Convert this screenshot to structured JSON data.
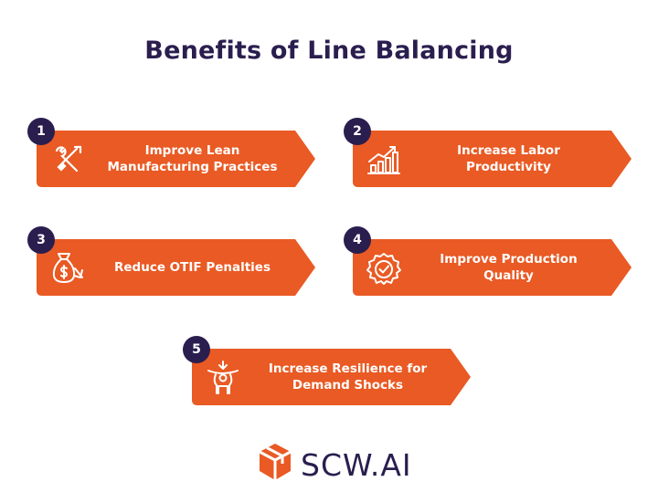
{
  "title": "Benefits of Line Balancing",
  "colors": {
    "card": "#e95a24",
    "dark": "#2a1e4f"
  },
  "benefits": [
    {
      "number": "1",
      "label_line1": "Improve Lean",
      "label_line2": "Manufacturing Practices",
      "icon": "tools-icon"
    },
    {
      "number": "2",
      "label_line1": "Increase Labor",
      "label_line2": "Productivity",
      "icon": "growth-chart-icon"
    },
    {
      "number": "3",
      "label_line1": "Reduce OTIF Penalties",
      "label_line2": "",
      "icon": "money-bag-icon"
    },
    {
      "number": "4",
      "label_line1": "Improve Production",
      "label_line2": "Quality",
      "icon": "quality-badge-icon"
    },
    {
      "number": "5",
      "label_line1": "Increase Resilience for",
      "label_line2": "Demand Shocks",
      "icon": "pressure-icon"
    }
  ],
  "logo": {
    "brand": "SCW.AI",
    "icon": "cube-logo-icon"
  }
}
